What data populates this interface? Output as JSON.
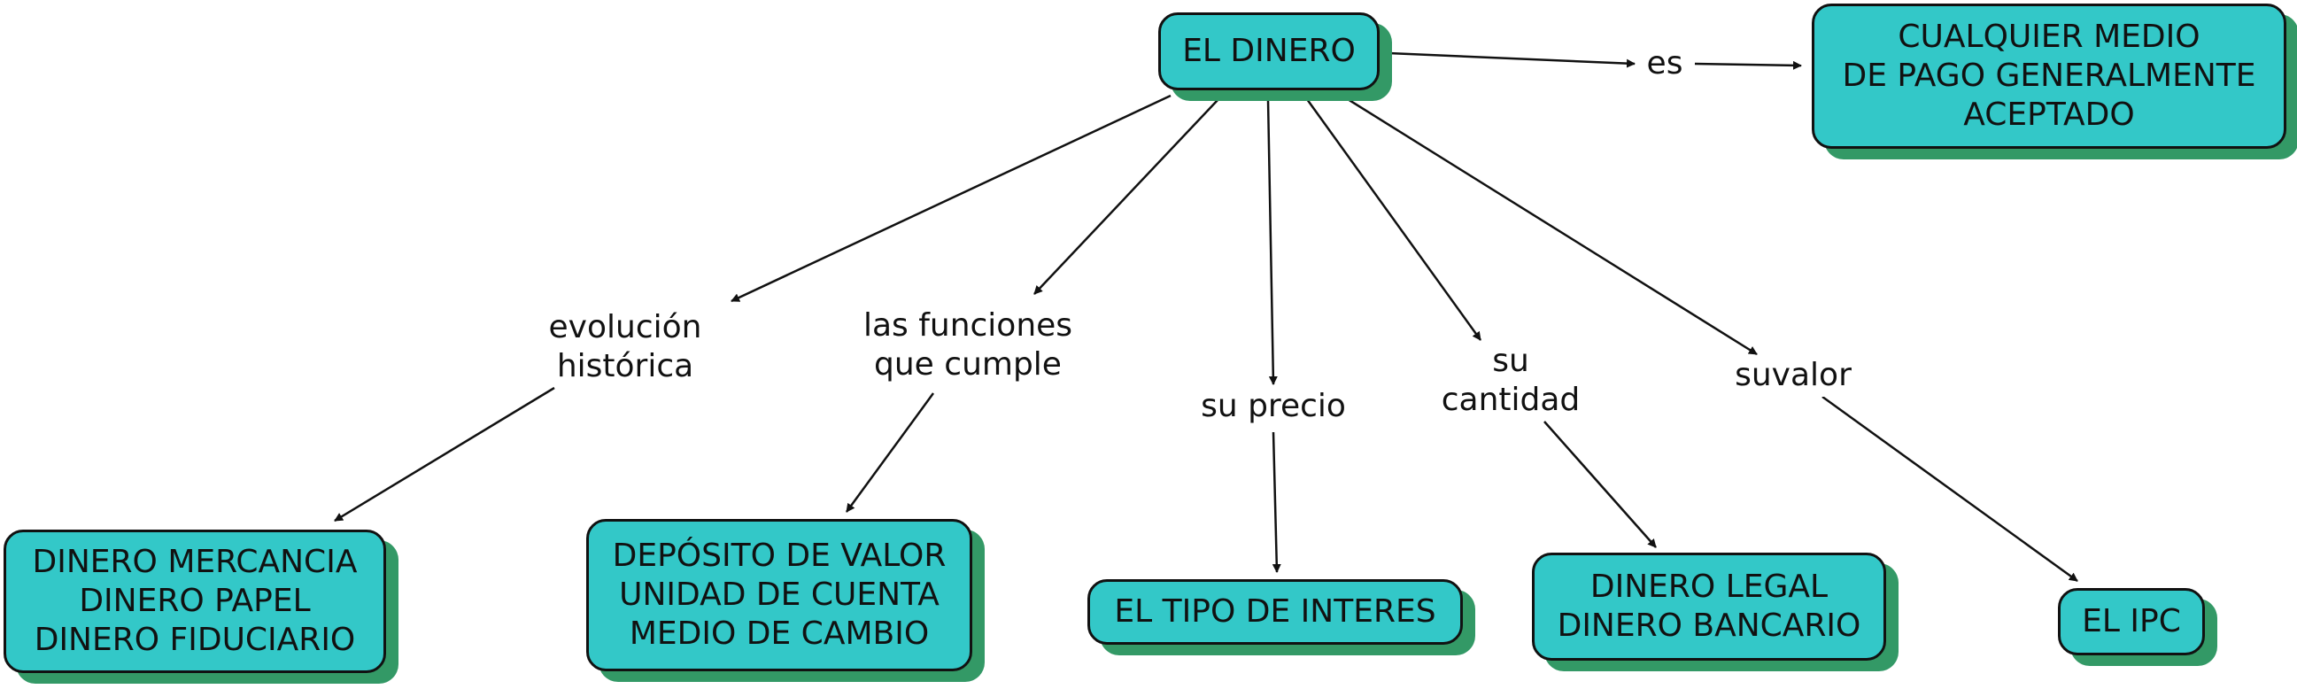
{
  "colors": {
    "node_fill": "#33c8c8",
    "node_shadow": "#339966",
    "stroke": "#111111"
  },
  "concepts": {
    "root": {
      "lines": [
        "EL DINERO"
      ]
    },
    "definition": {
      "lines": [
        "CUALQUIER MEDIO",
        "DE PAGO GENERALMENTE",
        "ACEPTADO"
      ]
    },
    "history": {
      "lines": [
        "DINERO MERCANCIA",
        "DINERO PAPEL",
        "DINERO FIDUCIARIO"
      ]
    },
    "functions": {
      "lines": [
        "DEPÓSITO DE VALOR",
        "UNIDAD DE CUENTA",
        "MEDIO DE CAMBIO"
      ]
    },
    "price": {
      "lines": [
        "EL TIPO DE INTERES"
      ]
    },
    "quantity": {
      "lines": [
        "DINERO LEGAL",
        "DINERO BANCARIO"
      ]
    },
    "value": {
      "lines": [
        "EL IPC"
      ]
    }
  },
  "links": {
    "es": {
      "lines": [
        "es"
      ]
    },
    "evolucion": {
      "lines": [
        "evolución",
        "histórica"
      ]
    },
    "funciones": {
      "lines": [
        "las funciones",
        "que cumple"
      ]
    },
    "precio": {
      "lines": [
        "su precio"
      ]
    },
    "cantidad": {
      "lines": [
        "su",
        "cantidad"
      ]
    },
    "valor": {
      "lines": [
        "suvalor"
      ]
    }
  }
}
